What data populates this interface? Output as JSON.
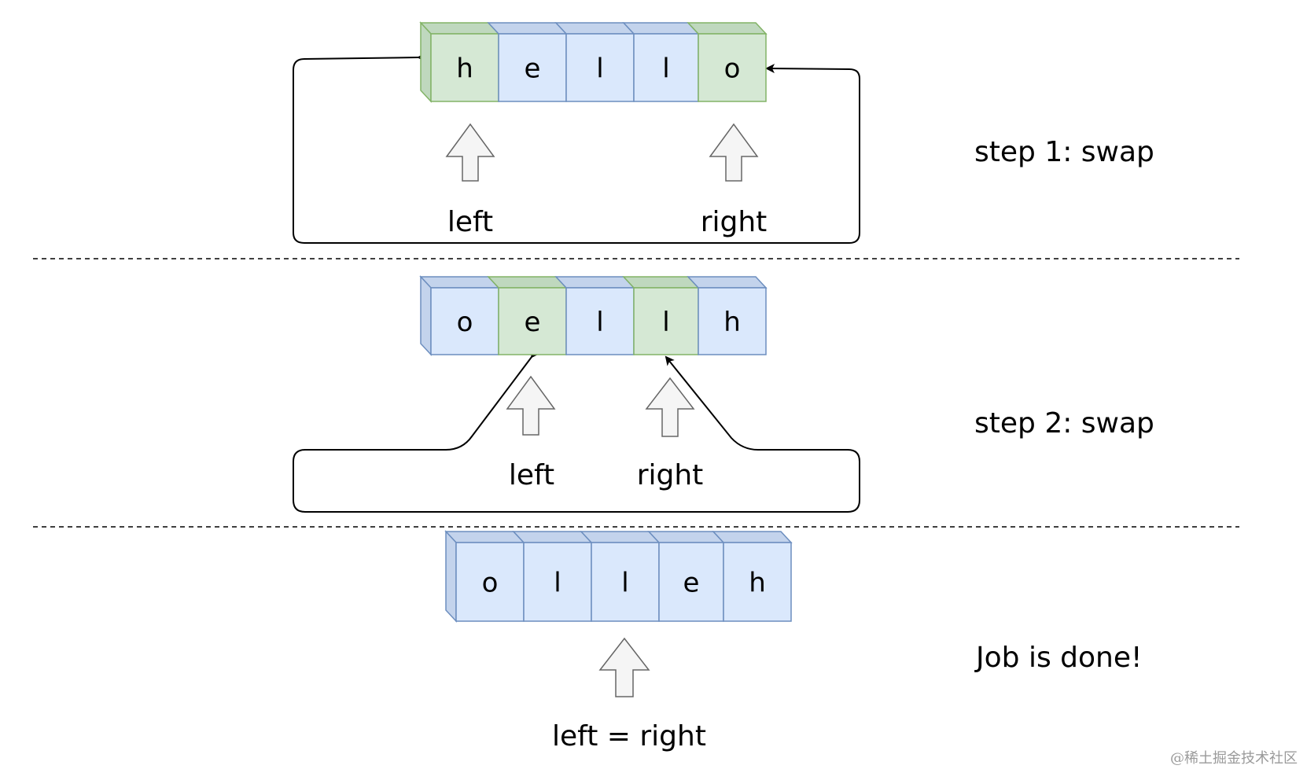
{
  "colors": {
    "blue_face": "#dae8fc",
    "blue_side": "#c3d3ec",
    "blue_stroke": "#6c8ebf",
    "green_face": "#d5e8d4",
    "green_side": "#bfd8be",
    "green_stroke": "#82b366",
    "connector": "#000000",
    "pointer_fill": "#f5f5f5",
    "pointer_stroke": "#666666",
    "divider": "#000000"
  },
  "steps": [
    {
      "label": "step 1: swap",
      "cells": [
        {
          "char": "h",
          "color": "green"
        },
        {
          "char": "e",
          "color": "blue"
        },
        {
          "char": "l",
          "color": "blue"
        },
        {
          "char": "l",
          "color": "blue"
        },
        {
          "char": "o",
          "color": "green"
        }
      ],
      "pointers": [
        {
          "cell_index": 0,
          "label": "left"
        },
        {
          "cell_index": 4,
          "label": "right"
        }
      ]
    },
    {
      "label": "step 2: swap",
      "cells": [
        {
          "char": "o",
          "color": "blue"
        },
        {
          "char": "e",
          "color": "green"
        },
        {
          "char": "l",
          "color": "blue"
        },
        {
          "char": "l",
          "color": "green"
        },
        {
          "char": "h",
          "color": "blue"
        }
      ],
      "pointers": [
        {
          "cell_index": 1,
          "label": "left"
        },
        {
          "cell_index": 3,
          "label": "right"
        }
      ]
    },
    {
      "label": "Job is done!",
      "cells": [
        {
          "char": "o",
          "color": "blue"
        },
        {
          "char": "l",
          "color": "blue"
        },
        {
          "char": "l",
          "color": "blue"
        },
        {
          "char": "e",
          "color": "blue"
        },
        {
          "char": "h",
          "color": "blue"
        }
      ],
      "pointers": [
        {
          "cell_index": 2,
          "label": "left = right"
        }
      ]
    }
  ],
  "watermark": "@稀土掘金技术社区"
}
